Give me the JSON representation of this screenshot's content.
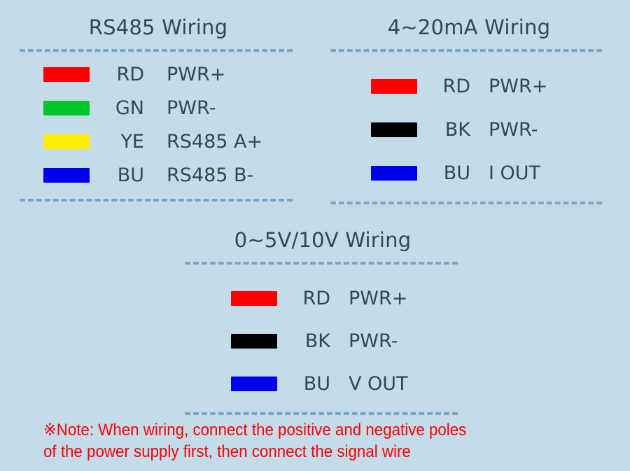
{
  "background_color": "#c4dbea",
  "text_color": "#2f4858",
  "divider_color": "#7ba7c4",
  "note_color": "#ff0000",
  "panels": [
    {
      "id": "rs485",
      "title": "RS485 Wiring",
      "rows": [
        {
          "color": "#ff0000",
          "color_name": "red",
          "code": "RD",
          "function": "PWR+"
        },
        {
          "color": "#00c627",
          "color_name": "green",
          "code": "GN",
          "function": "PWR-"
        },
        {
          "color": "#ffee00",
          "color_name": "yellow",
          "code": "YE",
          "function": "RS485 A+"
        },
        {
          "color": "#0000f0",
          "color_name": "blue",
          "code": "BU",
          "function": "RS485 B-"
        }
      ]
    },
    {
      "id": "ma",
      "title": "4~20mA Wiring",
      "rows": [
        {
          "color": "#ff0000",
          "color_name": "red",
          "code": "RD",
          "function": "PWR+"
        },
        {
          "color": "#000000",
          "color_name": "black",
          "code": "BK",
          "function": "PWR-"
        },
        {
          "color": "#0000f0",
          "color_name": "blue",
          "code": "BU",
          "function": "I OUT"
        }
      ]
    },
    {
      "id": "v",
      "title": "0~5V/10V Wiring",
      "rows": [
        {
          "color": "#ff0000",
          "color_name": "red",
          "code": "RD",
          "function": "PWR+"
        },
        {
          "color": "#000000",
          "color_name": "black",
          "code": "BK",
          "function": "PWR-"
        },
        {
          "color": "#0000f0",
          "color_name": "blue",
          "code": "BU",
          "function": "V OUT"
        }
      ]
    }
  ],
  "note": {
    "line1": "※Note: When wiring, connect the positive and negative poles",
    "line2": "of the power supply first, then connect the signal wire"
  }
}
